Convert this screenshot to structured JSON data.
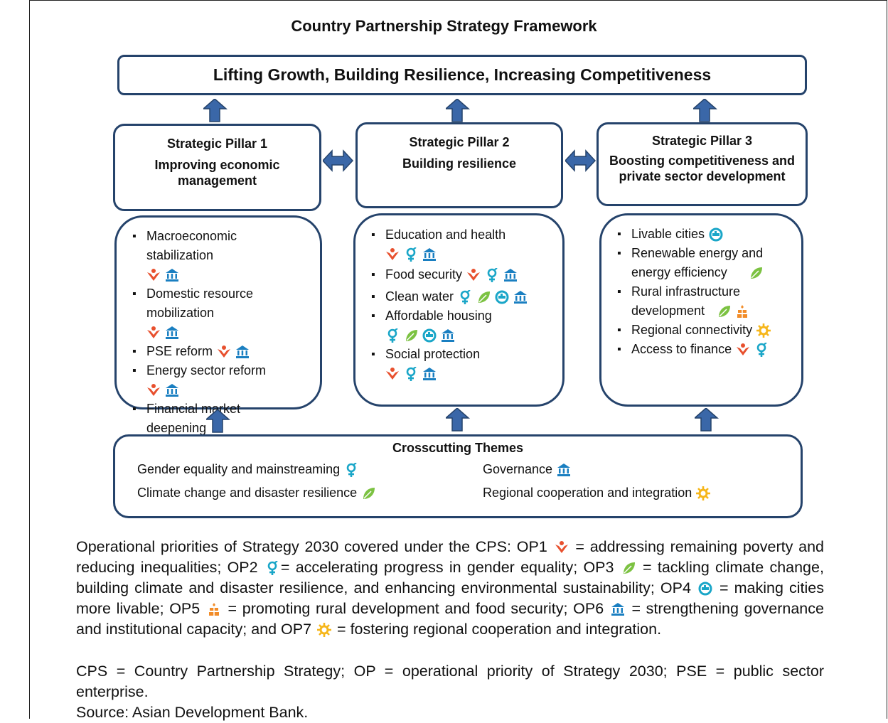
{
  "title": "Country Partnership Strategy Framework",
  "goal": "Lifting Growth, Building Resilience, Increasing Competitiveness",
  "pillars": [
    {
      "heading": "Strategic Pillar 1",
      "desc": "Improving economic management"
    },
    {
      "heading": "Strategic Pillar 2",
      "desc": "Building resilience"
    },
    {
      "heading": "Strategic Pillar 3",
      "desc": "Boosting competitiveness and private sector development"
    }
  ],
  "pillar1_items": [
    "Macroeconomic stabilization",
    "Domestic resource mobilization",
    "PSE reform",
    "Energy sector reform",
    "Financial market deepening"
  ],
  "pillar2_items": [
    "Education and health",
    "Food security",
    "Clean water",
    "Affordable housing",
    "Social protection"
  ],
  "pillar3_items": [
    "Livable cities",
    "Renewable energy and energy efficiency",
    "Rural infrastructure development",
    "Regional connectivity",
    "Access to finance"
  ],
  "crosscutting": {
    "heading": "Crosscutting Themes",
    "gender": "Gender equality and mainstreaming",
    "climate": "Climate change and disaster resilience",
    "governance": "Governance",
    "regional": "Regional cooperation and integration"
  },
  "footnote": {
    "op_intro": "Operational priorities of Strategy 2030 covered under the CPS: OP1",
    "op1": "= addressing remaining poverty and reducing inequalities; OP2",
    "op2": "= accelerating progress in gender equality; OP3",
    "op3": "= tackling climate change, building climate and disaster resilience, and enhancing environmental sustainability; OP4",
    "op4": "= making cities more livable; OP5",
    "op5": "= promoting rural development and food security; OP6",
    "op6": "= strengthening governance and institutional capacity; and OP7",
    "op7": "= fostering regional cooperation and integration.",
    "abbrev": "CPS = Country Partnership Strategy; OP = operational priority of Strategy 2030; PSE = public sector enterprise.",
    "source": "Source: Asian Development Bank."
  },
  "colors": {
    "box_border": "#25436b",
    "arrow": "#3a67a8",
    "op1": "#e8502e",
    "op2": "#1aa6c8",
    "op3": "#7cc242",
    "op4": "#1aa6c8",
    "op5": "#f28c28",
    "op6": "#1a7fc1",
    "op7": "#f6b61a"
  },
  "icons": {
    "op1": "poverty-person-icon",
    "op2": "gender-icon",
    "op3": "leaf-icon",
    "op4": "city-circle-icon",
    "op5": "rural-wheat-icon",
    "op6": "governance-building-icon",
    "op7": "sun-gear-icon"
  }
}
